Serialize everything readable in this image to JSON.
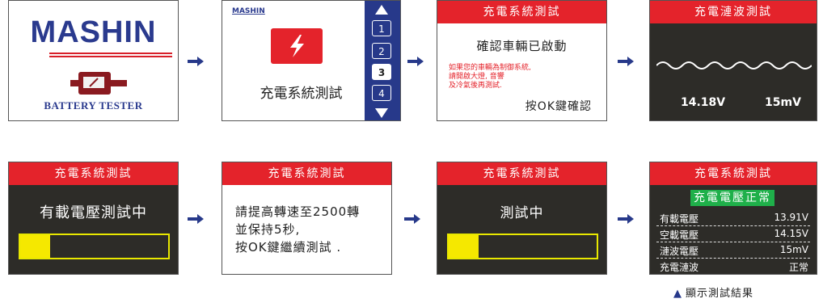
{
  "colors": {
    "header_red": "#e4232b",
    "brand_blue": "#2a3a8e",
    "progress_yellow": "#f5e800",
    "ok_green": "#1fb04a",
    "screen_dark": "#2d2c28"
  },
  "panel1": {
    "logo": "MASHIN",
    "tester_label": "BATTERY TESTER"
  },
  "panel2": {
    "mini_logo": "MASHIN",
    "title": "充電系統測試",
    "menu": [
      "1",
      "2",
      "3",
      "4"
    ],
    "selected_index": 2
  },
  "panel3": {
    "header": "充電系統測試",
    "main": "確認車輛已啟動",
    "note": [
      "如果您的車輛為制御系統,",
      "請開啟大燈, 音響",
      "及冷氣後再測試."
    ],
    "ok_text": "按OK鍵確認"
  },
  "panel4": {
    "header": "充電漣波測試",
    "voltage": "14.18V",
    "ripple": "15mV"
  },
  "panel5": {
    "header": "充電系統測試",
    "status": "有載電壓測試中",
    "progress": 0.2
  },
  "panel6": {
    "header": "充電系統測試",
    "instructions": "請提高轉速至2500轉\n並保持5秒,\n按OK鍵繼續測試 ."
  },
  "panel7": {
    "header": "充電系統測試",
    "status": "測試中",
    "progress": 0.2
  },
  "panel8": {
    "header": "充電系統測試",
    "badge": "充電電壓正常",
    "rows": [
      {
        "label": "有載電壓",
        "value": "13.91V"
      },
      {
        "label": "空載電壓",
        "value": "14.15V"
      },
      {
        "label": "漣波電壓",
        "value": "15mV"
      },
      {
        "label": "充電漣波",
        "value": "正常"
      }
    ]
  },
  "caption": "顯示測試結果"
}
